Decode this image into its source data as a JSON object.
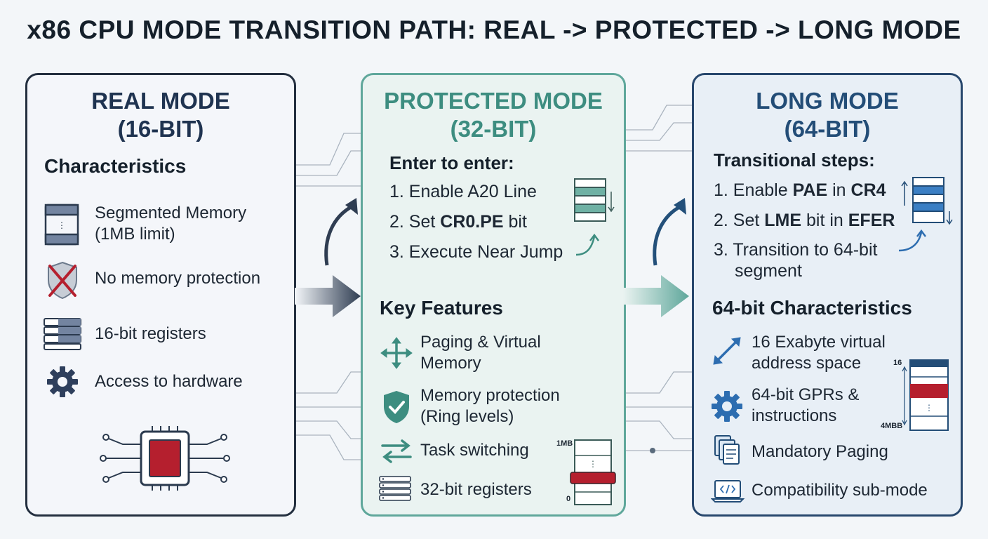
{
  "title": "x86 CPU MODE TRANSITION PATH: REAL -> PROTECTED -> LONG MODE",
  "real": {
    "title_line1": "REAL MODE",
    "title_line2": "(16-BIT)",
    "heading": "Characteristics",
    "items": [
      {
        "line1": "Segmented Memory",
        "line2": "(1MB limit)",
        "icon": "memory-block-icon"
      },
      {
        "line1": "No memory protection",
        "icon": "crossed-shield-icon"
      },
      {
        "line1": "16-bit registers",
        "icon": "registers-icon"
      },
      {
        "line1": "Access to hardware",
        "icon": "gear-icon"
      }
    ],
    "chip_icon": "cpu-chip-icon"
  },
  "protected": {
    "title_line1": "PROTECTED MODE",
    "title_line2": "(32-BIT)",
    "steps_heading": "Enter to enter:",
    "steps": [
      {
        "prefix": "1. Enable A20 Line",
        "bold": "",
        "suffix": ""
      },
      {
        "prefix": "2. Set ",
        "bold": "CR0.PE",
        "suffix": " bit"
      },
      {
        "prefix": "3. Execute Near Jump",
        "bold": "",
        "suffix": ""
      }
    ],
    "features_heading": "Key Features",
    "features": [
      {
        "line1": "Paging & Virtual",
        "line2": "Memory",
        "icon": "move-arrows-icon"
      },
      {
        "line1": "Memory protection",
        "line2": "(Ring levels)",
        "icon": "check-shield-icon"
      },
      {
        "line1": "Task switching",
        "icon": "swap-arrows-icon"
      },
      {
        "line1": "32-bit registers",
        "icon": "registers-icon"
      }
    ],
    "mem_top_label": "1MB",
    "mem_bottom_label": "0"
  },
  "long": {
    "title_line1": "LONG MODE",
    "title_line2": "(64-BIT)",
    "steps_heading": "Transitional steps:",
    "steps": [
      {
        "prefix": "1. Enable ",
        "bold": "PAE",
        "mid": " in ",
        "bold2": "CR4"
      },
      {
        "prefix": "2. Set ",
        "bold": "LME",
        "mid": " bit in ",
        "bold2": "EFER"
      },
      {
        "prefix": "3. Transition to 64-bit",
        "line2": "segment"
      }
    ],
    "features_heading": "64-bit Characteristics",
    "features": [
      {
        "line1": "16 Exabyte virtual",
        "line2": "address space",
        "icon": "diagonal-arrows-icon"
      },
      {
        "line1": "64-bit GPRs &",
        "line2": "instructions",
        "icon": "gear-icon"
      },
      {
        "line1": "Mandatory Paging",
        "icon": "pages-icon"
      },
      {
        "line1": "Compatibility sub-mode",
        "icon": "code-window-icon"
      }
    ],
    "mem_top_label": "16",
    "mem_bottom_label": "4MBB"
  },
  "colors": {
    "real_border": "#232f3f",
    "protected_border": "#5fa79b",
    "long_border": "#27476d",
    "accent_red": "#b51f2e"
  }
}
